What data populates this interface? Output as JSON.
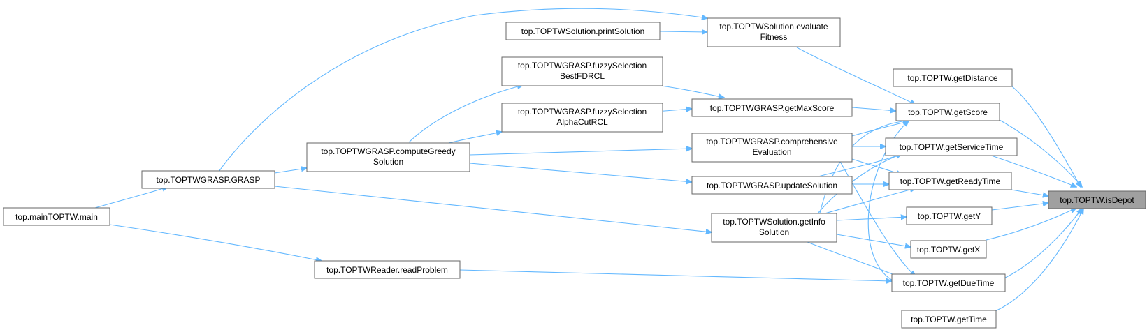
{
  "colors": {
    "edge": "#63b8ff",
    "node_border": "#666666",
    "node_fill": "#ffffff",
    "root_fill": "#a0a0a0"
  },
  "nodes": {
    "isDepot": [
      "top.TOPTW.isDepot"
    ],
    "getDistance": [
      "top.TOPTW.getDistance"
    ],
    "getScore": [
      "top.TOPTW.getScore"
    ],
    "getServiceTime": [
      "top.TOPTW.getServiceTime"
    ],
    "getReadyTime": [
      "top.TOPTW.getReadyTime"
    ],
    "getY": [
      "top.TOPTW.getY"
    ],
    "getX": [
      "top.TOPTW.getX"
    ],
    "getDueTime": [
      "top.TOPTW.getDueTime"
    ],
    "getTime": [
      "top.TOPTW.getTime"
    ],
    "evaluateFitness": [
      "top.TOPTWSolution.evaluate",
      "Fitness"
    ],
    "printSolution": [
      "top.TOPTWSolution.printSolution"
    ],
    "fuzzyBest": [
      "top.TOPTWGRASP.fuzzySelection",
      "BestFDRCL"
    ],
    "fuzzyAlpha": [
      "top.TOPTWGRASP.fuzzySelection",
      "AlphaCutRCL"
    ],
    "getMaxScore": [
      "top.TOPTWGRASP.getMaxScore"
    ],
    "comprehensive": [
      "top.TOPTWGRASP.comprehensive",
      "Evaluation"
    ],
    "updateSolution": [
      "top.TOPTWGRASP.updateSolution"
    ],
    "getInfo": [
      "top.TOPTWSolution.getInfo",
      "Solution"
    ],
    "computeGreedy": [
      "top.TOPTWGRASP.computeGreedy",
      "Solution"
    ],
    "grasp": [
      "top.TOPTWGRASP.GRASP"
    ],
    "main": [
      "top.mainTOPTW.main"
    ],
    "readProblem": [
      "top.TOPTWReader.readProblem"
    ]
  }
}
